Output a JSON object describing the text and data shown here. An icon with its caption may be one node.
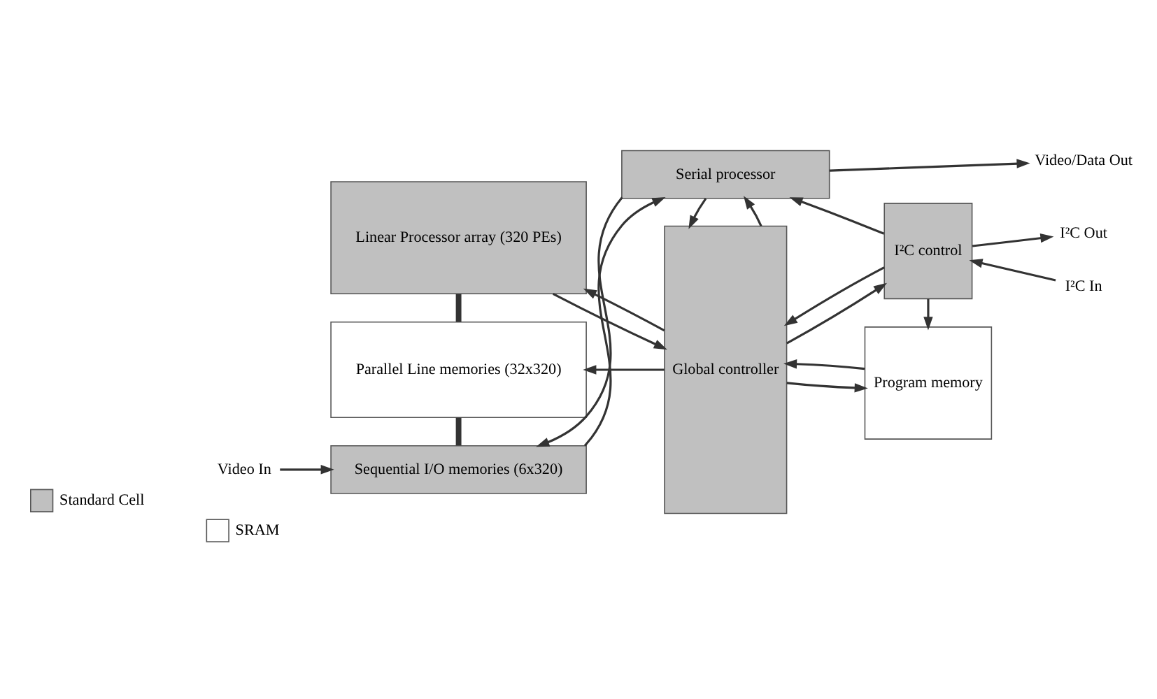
{
  "diagram": {
    "nodes": [
      {
        "text": [
          "Linear Processor array (320 PEs)"
        ]
      },
      {
        "text": [
          "Global controller"
        ]
      },
      {
        "text": [
          "Program memory"
        ]
      },
      {
        "text": [
          "Parallel Line memories (32x320)"
        ]
      },
      {
        "text": [
          "I²C control"
        ]
      },
      {
        "text": [
          "I²C Out"
        ]
      },
      {
        "text": [
          "I²C In"
        ]
      },
      {
        "text": [
          "Video In"
        ]
      },
      {
        "text": [
          "Sequential I/O memories (6x320)"
        ]
      },
      {
        "text": [
          "Serial processor"
        ]
      },
      {
        "text": [
          "Video/Data Out"
        ]
      }
    ],
    "edges": [
      {
        "from": 1,
        "to": 0,
        "arrow": "to"
      },
      {
        "from": 0,
        "to": 1,
        "arrow": "to"
      },
      {
        "from": 1,
        "to": 2,
        "arrow": "to"
      },
      {
        "from": 2,
        "to": 1,
        "arrow": "to"
      },
      {
        "from": 0,
        "to": 3,
        "arrow": "none",
        "style": "thick"
      },
      {
        "from": 4,
        "to": 2,
        "arrow": "to"
      },
      {
        "from": 4,
        "to": 1,
        "arrow": "to"
      },
      {
        "from": 4,
        "to": 5,
        "arrow": "to"
      },
      {
        "from": 1,
        "to": 3,
        "arrow": "to"
      },
      {
        "from": 1,
        "to": 4,
        "arrow": "to"
      },
      {
        "from": 6,
        "to": 4,
        "arrow": "to"
      },
      {
        "from": 3,
        "to": 8,
        "arrow": "none",
        "style": "thick"
      },
      {
        "from": 1,
        "to": 9,
        "arrow": "to"
      },
      {
        "from": 9,
        "to": 1,
        "arrow": "to"
      },
      {
        "from": 4,
        "to": 9,
        "arrow": "to"
      },
      {
        "from": 7,
        "to": 8,
        "arrow": "to"
      },
      {
        "from": 9,
        "to": 8,
        "arrow": "to"
      },
      {
        "from": 8,
        "to": 9,
        "arrow": "to"
      },
      {
        "from": 9,
        "to": 10,
        "arrow": "to"
      }
    ],
    "legend": [
      {
        "text": "Standard Cell",
        "color": "#c0c0c0"
      },
      {
        "text": "SRAM",
        "color": "#ffffff"
      }
    ]
  }
}
